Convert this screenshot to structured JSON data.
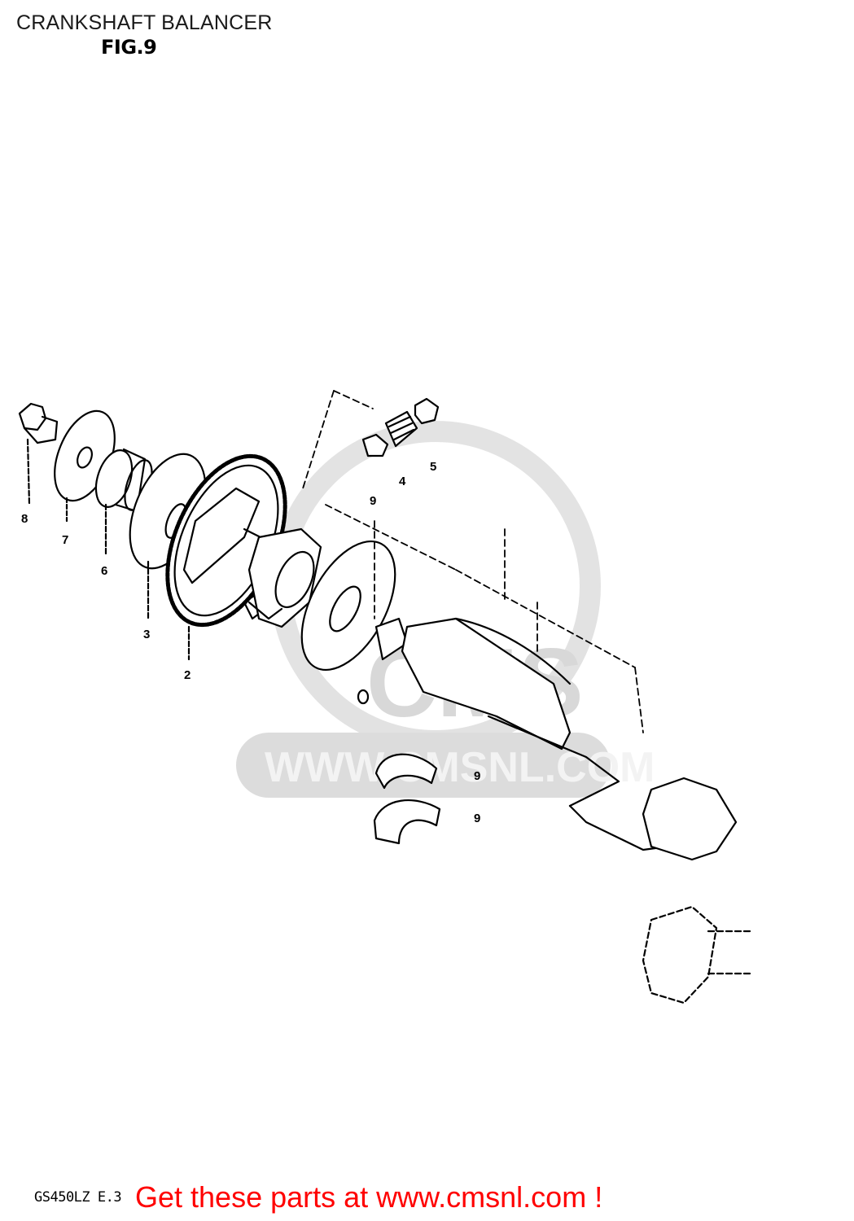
{
  "header": {
    "title": "CRANKSHAFT BALANCER",
    "figure": "FIG.9"
  },
  "watermark": {
    "brand": "CMS",
    "url": "WWW.CMSNL.COM"
  },
  "callouts": [
    "8",
    "7",
    "6",
    "3",
    "2",
    "9",
    "4",
    "5",
    "9",
    "9"
  ],
  "footer": {
    "model_code": "GS450LZ E.3",
    "promo": "Get these parts at www.cmsnl.com !"
  },
  "colors": {
    "promo": "#ff0000",
    "line": "#000000",
    "watermark": "#d9d9d9"
  }
}
